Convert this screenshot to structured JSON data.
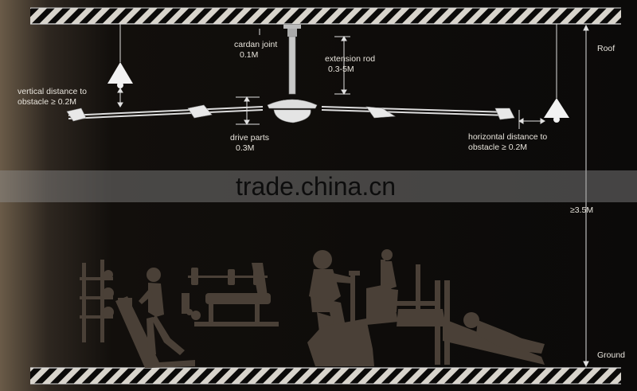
{
  "labels": {
    "cardan_joint": "cardan joint",
    "cardan_joint_value": "0.1M",
    "extension_rod": "extension rod",
    "extension_rod_value": "0.3-5M",
    "vertical_distance_line1": "vertical distance to",
    "vertical_distance_line2": "obstacle ≥ 0.2M",
    "drive_parts": "drive parts",
    "drive_parts_value": "0.3M",
    "horizontal_distance_line1": "horizontal distance to",
    "horizontal_distance_line2": "obstacle ≥ 0.2M",
    "roof": "Roof",
    "height": "≥3.5M",
    "ground": "Ground"
  },
  "watermark": "trade.china.cn",
  "colors": {
    "background": "#0e0c0a",
    "line": "#ffffff",
    "silhouette": "#4a4037",
    "text": "#e8e4dc"
  }
}
